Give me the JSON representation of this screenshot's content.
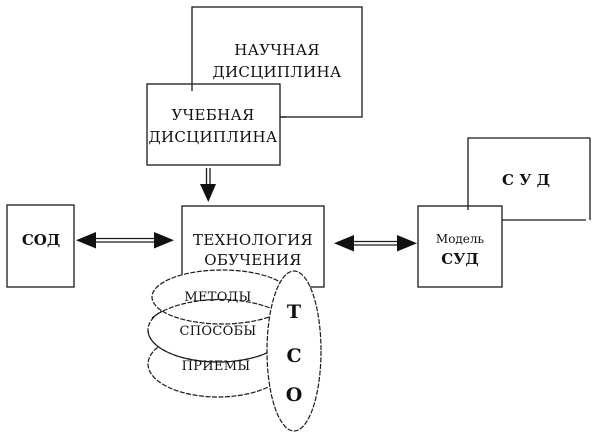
{
  "diagram": {
    "nodes": {
      "scientific_discipline": {
        "line1": "НАУЧНАЯ",
        "line2": "ДИСЦИПЛИНА"
      },
      "academic_discipline": {
        "line1": "УЧЕБНАЯ",
        "line2": "ДИСЦИПЛИНА"
      },
      "sod": {
        "label": "СОД"
      },
      "learning_technology": {
        "line1": "ТЕХНОЛОГИЯ",
        "line2": "ОБУЧЕНИЯ"
      },
      "sud": {
        "label": "С У Д"
      },
      "sud_model": {
        "line1": "Модель",
        "line2": "СУД"
      },
      "methods": {
        "label": "МЕТОДЫ"
      },
      "ways": {
        "label": "СПОСОБЫ"
      },
      "techniques": {
        "label": "ПРИЕМЫ"
      },
      "tso": {
        "letters": [
          "Т",
          "С",
          "О"
        ]
      }
    },
    "edges": [
      {
        "from": "academic_discipline",
        "to": "learning_technology",
        "type": "one-way"
      },
      {
        "from": "sod",
        "to": "learning_technology",
        "type": "two-way"
      },
      {
        "from": "learning_technology",
        "to": "sud_model",
        "type": "two-way"
      }
    ]
  }
}
